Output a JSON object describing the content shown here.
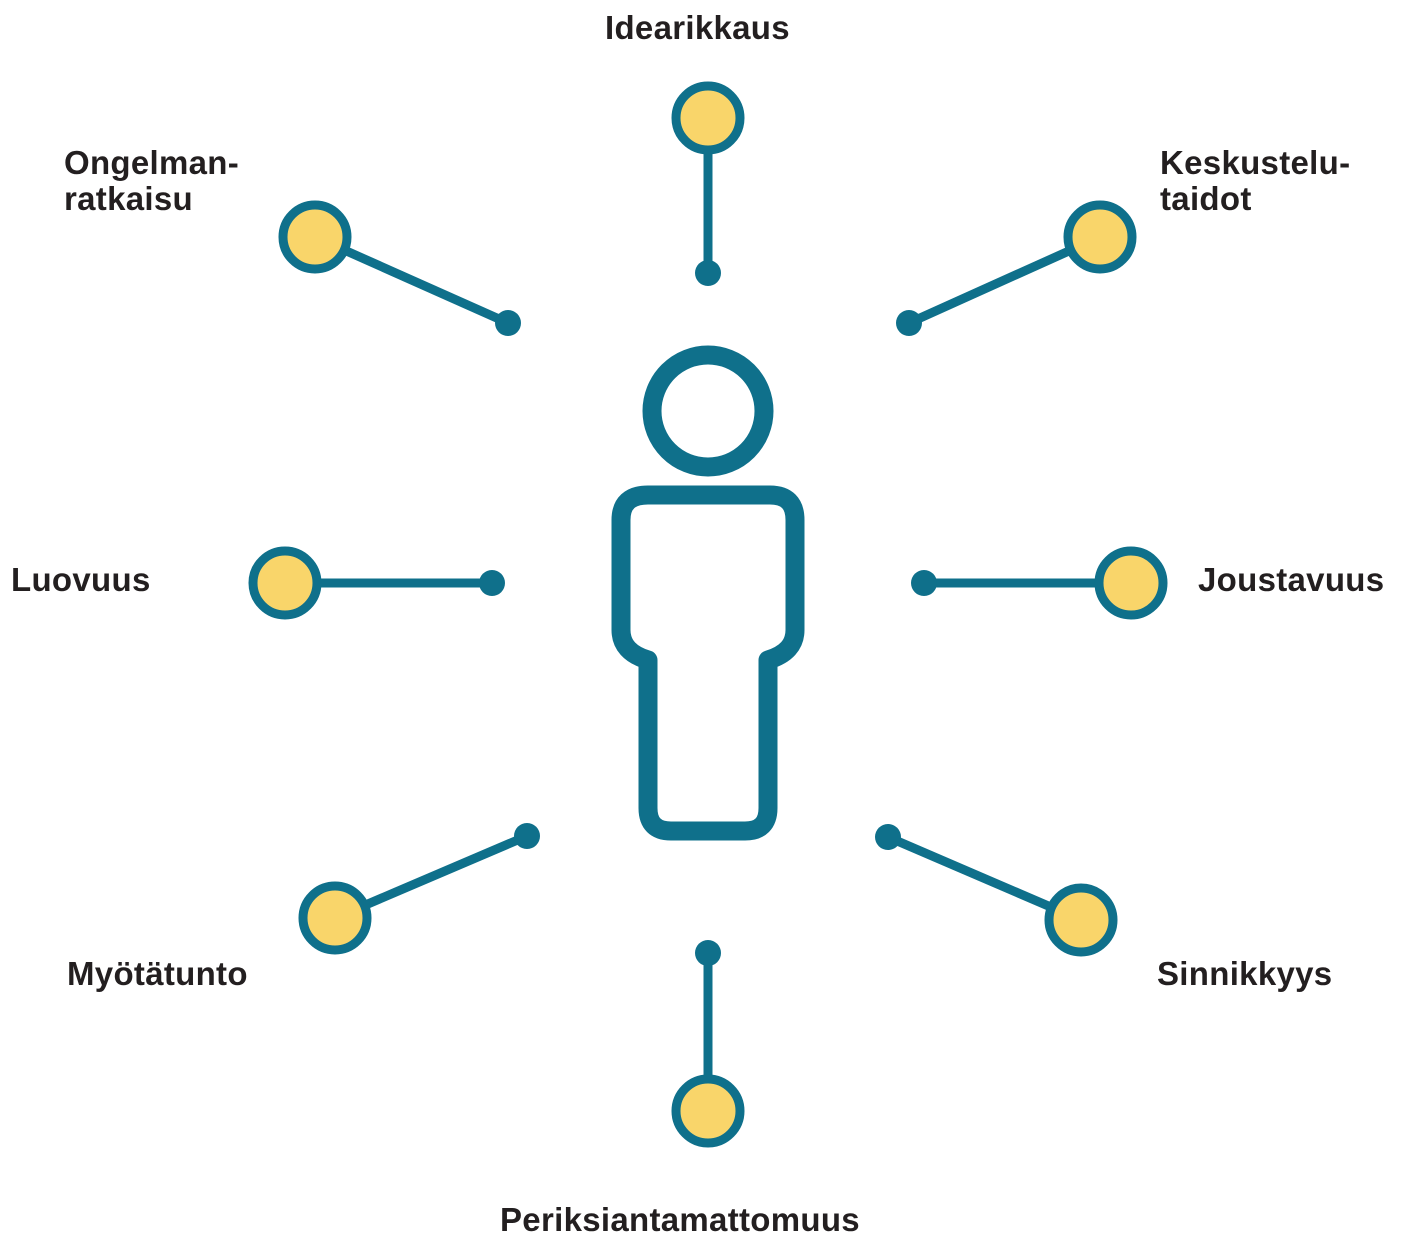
{
  "colors": {
    "stroke": "#0f708b",
    "node_fill": "#f9d56a",
    "text": "#231f20",
    "background": "#ffffff"
  },
  "center": {
    "icon": "person-outline-icon"
  },
  "skills": [
    {
      "id": "idearikkaus",
      "lines": [
        "Idearikkaus"
      ]
    },
    {
      "id": "keskustelutaidot",
      "lines": [
        "Keskustelu-",
        "taidot"
      ]
    },
    {
      "id": "joustavuus",
      "lines": [
        "Joustavuus"
      ]
    },
    {
      "id": "sinnikkyys",
      "lines": [
        "Sinnikkyys"
      ]
    },
    {
      "id": "periksiantamattomuus",
      "lines": [
        "Periksiantamattomuus"
      ]
    },
    {
      "id": "myotatunto",
      "lines": [
        "Myötätunto"
      ]
    },
    {
      "id": "luovuus",
      "lines": [
        "Luovuus"
      ]
    },
    {
      "id": "ongelmanratkaisu",
      "lines": [
        "Ongelman-",
        "ratkaisu"
      ]
    }
  ]
}
